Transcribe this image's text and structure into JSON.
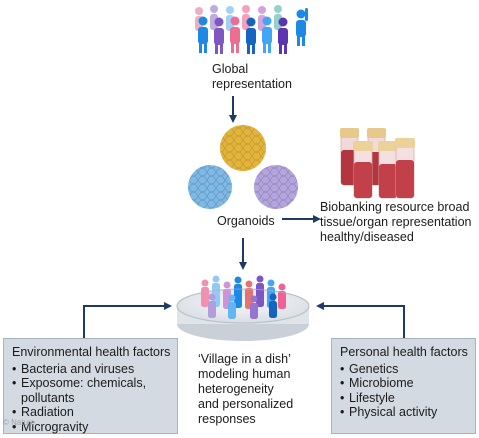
{
  "labels": {
    "global": "Global\nrepresentation",
    "organoids": "Organoids",
    "biobank": "Biobanking resource broad\ntissue/organ representation\nhealthy/diseased",
    "village": "‘Village in a dish’\nmodeling human\nheterogeneity\nand personalized\nresponses"
  },
  "environmental": {
    "title": "Environmental health factors",
    "items": [
      "Bacteria and viruses",
      "Exposome: chemicals,\npollutants",
      "Radiation",
      "Microgravity"
    ]
  },
  "personal": {
    "title": "Personal health factors",
    "items": [
      "Genetics",
      "Microbiome",
      "Lifestyle",
      "Physical activity"
    ]
  },
  "credit": "© Nature",
  "colors": {
    "arrow": "#1f3a66",
    "box_fill": "#d4dae2",
    "organoid_gold": "#e3b43c",
    "organoid_blue": "#7fb9e4",
    "organoid_purple": "#b4a6dc",
    "tube_blood": "#b3353f",
    "tube_cap": "#e7c98c"
  },
  "icons": [
    "people-crowd",
    "organoid-sphere",
    "blood-sample-tube",
    "petri-dish"
  ]
}
